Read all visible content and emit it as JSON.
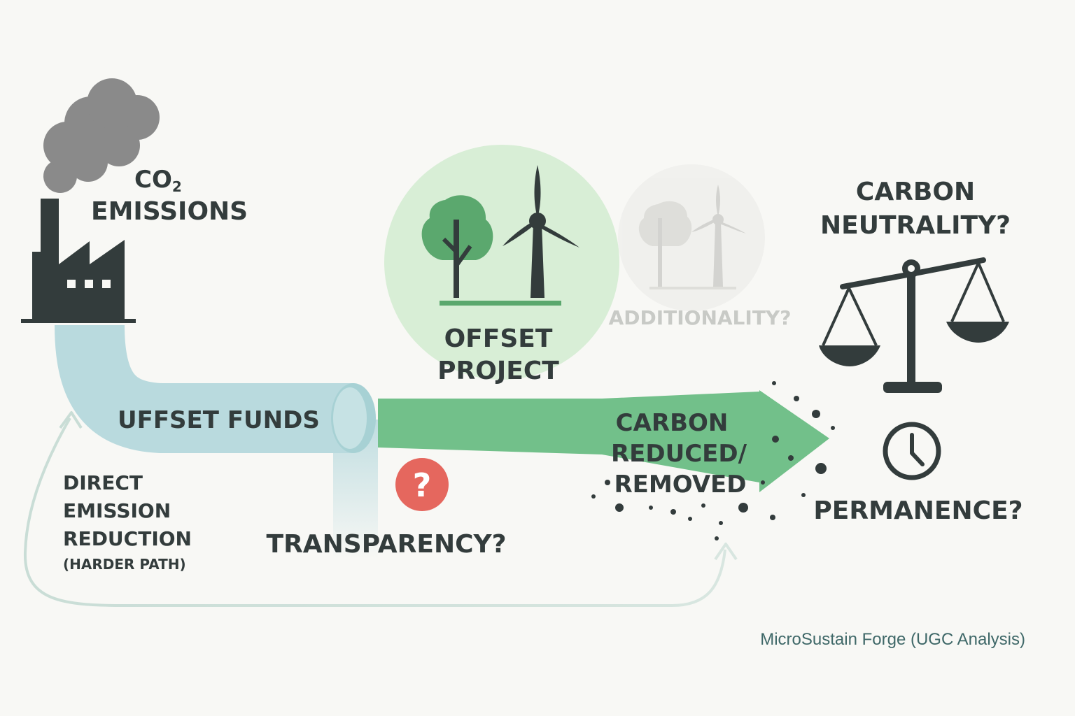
{
  "emissions": {
    "co2": "CO",
    "co2_sub": "2",
    "label": "EMISSIONS"
  },
  "offset_funds": {
    "label": "UFFSET FUNDS"
  },
  "offset_project": {
    "line1": "OFFSET",
    "line2": "PROJECT"
  },
  "additionality": {
    "label": "ADDITIONALITY?"
  },
  "carbon_reduced": {
    "line1": "CARBON",
    "line2": "REDUCED/",
    "line3": "REMOVED"
  },
  "neutrality": {
    "line1": "CARBON",
    "line2": "NEUTRALITY?"
  },
  "permanence": {
    "label": "PERMANENCE?"
  },
  "transparency": {
    "mark": "?",
    "label": "TRANSPARENCY?"
  },
  "direct_path": {
    "line1": "DIRECT",
    "line2": "EMISSION",
    "line3": "REDUCTION",
    "line4": "(HARDER PATH)"
  },
  "credit": "MicroSustain Forge (UGC Analysis)",
  "colors": {
    "background": "#f8f8f5",
    "ink": "#333c3c",
    "pipe_blue": "#b9dade",
    "arrow_green": "#72c08a",
    "tree_green": "#5ba86e",
    "circle_green": "#d8eed6",
    "alert_red": "#e5675e",
    "smoke_gray": "#8a8a8a",
    "faded": "#c8cac6"
  },
  "icons": [
    "factory-icon",
    "smoke-cloud-icon",
    "tree-icon",
    "wind-turbine-icon",
    "balance-scale-icon",
    "clock-icon",
    "question-mark-icon",
    "return-arrow-icon"
  ]
}
